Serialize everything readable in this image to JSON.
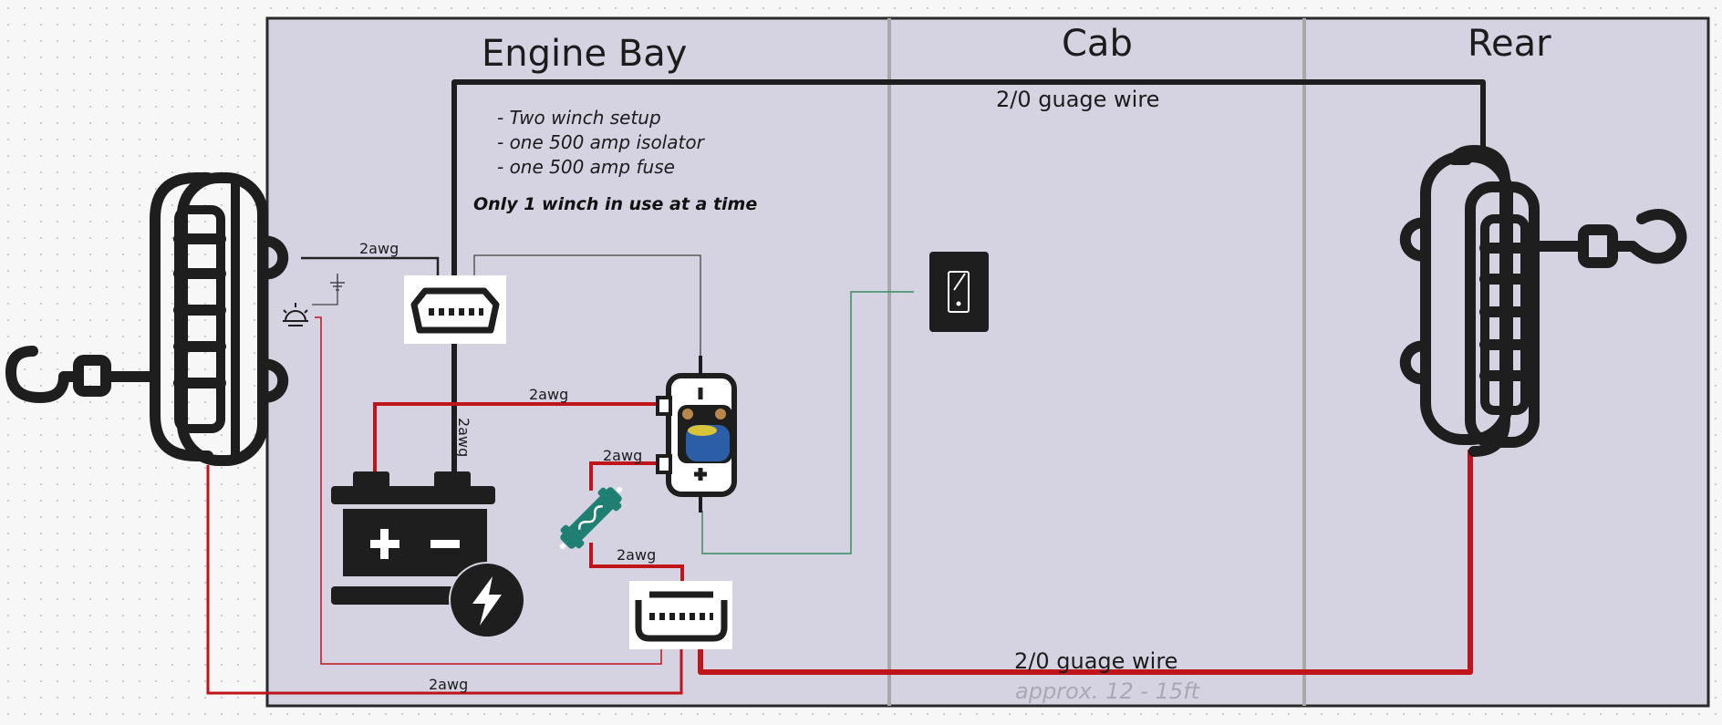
{
  "zones": {
    "engine_bay": "Engine Bay",
    "cab": "Cab",
    "rear": "Rear"
  },
  "notes": {
    "line1": "- Two winch setup",
    "line2": "- one 500 amp isolator",
    "line3": "- one 500 amp fuse",
    "emphasis": "Only 1 winch in use at a time"
  },
  "wire_labels": {
    "top_main": "2/0 guage wire",
    "bottom_main": "2/0 guage wire",
    "bottom_length": "approx. 12 - 15ft",
    "awg_front_winch": "2awg",
    "awg_battery_solenoid": "2awg",
    "awg_vertical": "2awg",
    "awg_solenoid_fuse": "2awg",
    "awg_fuse_connector": "2awg",
    "awg_bottom_loop": "2awg"
  },
  "icons": {
    "front_winch": "winch-icon",
    "rear_winch": "winch-icon",
    "battery": "battery-charge-icon",
    "solenoid": "isolator-solenoid-image",
    "fuse": "fuse-icon",
    "connector_top": "connector-icon",
    "connector_bottom": "connector-icon",
    "switch": "rocker-switch-icon",
    "ground": "ground-icon",
    "light": "light-icon"
  },
  "colors": {
    "background_panel": "#d5d2e1",
    "black_wire": "#1e1e1e",
    "red_wire": "#c0141a",
    "green_wire": "#3c8a63",
    "fuse": "#1f7f72"
  }
}
